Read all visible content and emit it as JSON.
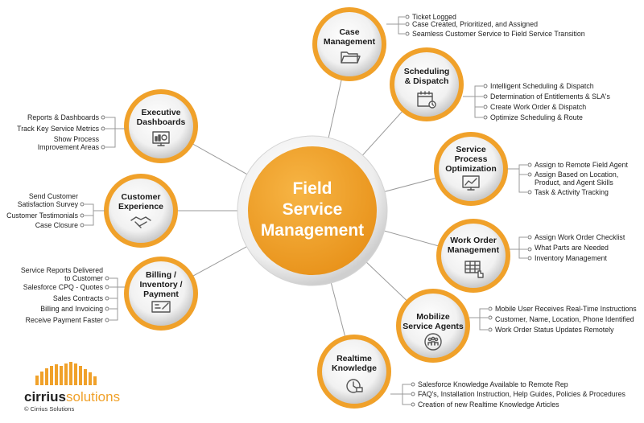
{
  "center": {
    "title_lines": [
      "Field",
      "Service",
      "Management"
    ]
  },
  "nodes": {
    "case_management": {
      "title_lines": [
        "Case",
        "Management"
      ],
      "items": [
        "Ticket Logged",
        "Case Created, Prioritized, and Assigned",
        "Seamless Customer Service to Field Service Transition"
      ]
    },
    "scheduling_dispatch": {
      "title_lines": [
        "Scheduling",
        "& Dispatch"
      ],
      "items": [
        "Intelligent Scheduling & Dispatch",
        "Determination of Entitlements & SLA's",
        "Create Work Order & Dispatch",
        "Optimize Scheduling & Route"
      ]
    },
    "service_process_optimization": {
      "title_lines": [
        "Service",
        "Process",
        "Optimization"
      ],
      "items": [
        "Assign to Remote Field Agent",
        "Assign Based on Location,",
        "Product, and Agent Skills",
        "Task & Activity Tracking"
      ]
    },
    "work_order_management": {
      "title_lines": [
        "Work Order",
        "Management"
      ],
      "items": [
        "Assign Work Order Checklist",
        "What Parts are Needed",
        "Inventory Management"
      ]
    },
    "mobilize_service_agents": {
      "title_lines": [
        "Mobilize",
        "Service Agents"
      ],
      "items": [
        "Mobile User Receives Real-Time Instructions",
        "Customer, Name, Location, Phone Identified",
        "Work Order Status Updates Remotely"
      ]
    },
    "realtime_knowledge": {
      "title_lines": [
        "Realtime",
        "Knowledge"
      ],
      "items": [
        "Salesforce Knowledge Available to Remote Rep",
        "FAQ's, Installation Instruction, Help Guides, Policies & Procedures",
        "Creation of new Realtime Knowledge Articles"
      ]
    },
    "executive_dashboards": {
      "title_lines": [
        "Executive",
        "Dashboards"
      ],
      "items": [
        "Reports & Dashboards",
        "Track Key Service Metrics",
        "Show Process",
        "Improvement Areas"
      ]
    },
    "customer_experience": {
      "title_lines": [
        "Customer",
        "Experience"
      ],
      "items": [
        "Send Customer",
        "Satisfaction Survey",
        "Customer Testimonials",
        "Case Closure"
      ]
    },
    "billing_inventory_payment": {
      "title_lines": [
        "Billing /",
        "Inventory /",
        "Payment"
      ],
      "items": [
        "Service Reports Delivered",
        "to Customer",
        "Salesforce CPQ - Quotes",
        "Sales Contracts",
        "Billing and Invoicing",
        "Receive Payment Faster"
      ]
    }
  },
  "branding": {
    "name_part1": "cirrius",
    "name_part2": "solutions",
    "copyright": "© Cirrius Solutions"
  },
  "colors": {
    "accent": "#f0a12a",
    "accent_dark": "#e58f0f",
    "connector": "#9a9a9a",
    "icon": "#555555"
  }
}
